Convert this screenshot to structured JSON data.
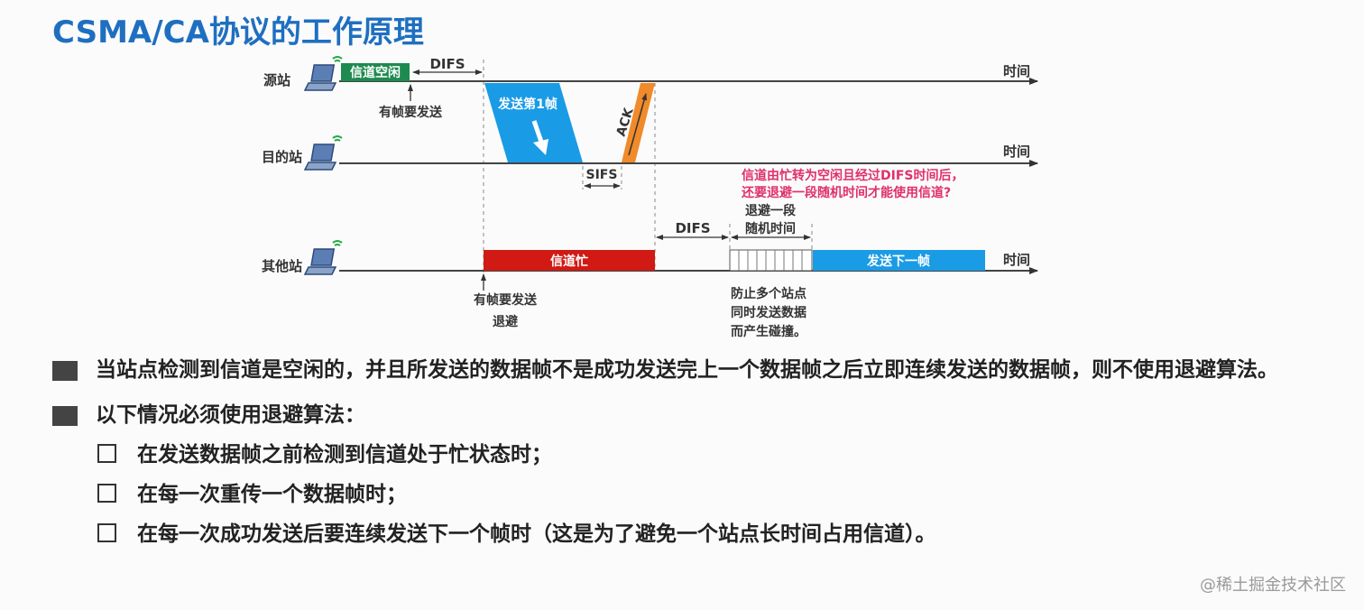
{
  "title": "CSMA/CA协议的工作原理",
  "stations": {
    "source": "源站",
    "destination": "目的站",
    "other": "其他站"
  },
  "time_label": "时间",
  "labels": {
    "channel_idle": "信道空闲",
    "difs": "DIFS",
    "has_frame_to_send": "有帧要发送",
    "send_frame_1": "发送第1帧",
    "ack": "ACK",
    "sifs": "SIFS",
    "channel_busy": "信道忙",
    "backoff": "退避",
    "backoff_random_1": "退避一段",
    "backoff_random_2": "随机时间",
    "send_next_frame": "发送下一帧",
    "prevent_1": "防止多个站点",
    "prevent_2": "同时发送数据",
    "prevent_3": "而产生碰撞。",
    "question_1": "信道由忙转为空闲且经过DIFS时间后，",
    "question_2": "还要退避一段随机时间才能使用信道?"
  },
  "colors": {
    "idle": "#1e8a4f",
    "frame": "#1a9be6",
    "ack": "#f08a2a",
    "busy": "#d11a14",
    "question": "#e0306a",
    "title": "#1f6fc0"
  },
  "bullets": [
    {
      "text": "当站点检测到信道是空闲的，并且所发送的数据帧不是成功发送完上一个数据帧之后立即连续发送的数据帧，则不使用退避算法。"
    },
    {
      "text": "以下情况必须使用退避算法：",
      "sub": [
        "在发送数据帧之前检测到信道处于忙状态时；",
        "在每一次重传一个数据帧时；",
        "在每一次成功发送后要连续发送下一个帧时（这是为了避免一个站点长时间占用信道）。"
      ]
    }
  ],
  "watermark": "@稀土掘金技术社区"
}
